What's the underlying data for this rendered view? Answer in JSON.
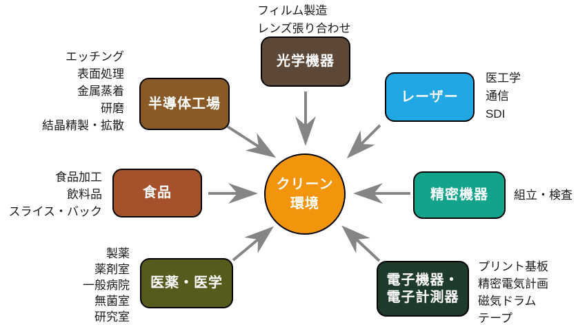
{
  "center": {
    "lines": [
      "クリーン",
      "環境"
    ],
    "color": "#f2950d"
  },
  "nodes": [
    {
      "id": "optical",
      "label": "光学機器",
      "color": "#5d4837",
      "notes": [
        "フィルム製造",
        "レンズ張り合わせ"
      ],
      "notes_position": "top"
    },
    {
      "id": "semiconductor",
      "label": "半導体工場",
      "color": "#8a5a26",
      "notes": [
        "エッチング",
        "表面処理",
        "金属蒸着",
        "研磨",
        "結晶精製・拡散"
      ],
      "notes_position": "left"
    },
    {
      "id": "laser",
      "label": "レーザー",
      "color": "#21a7e3",
      "notes": [
        "医工学",
        "通信",
        "SDI"
      ],
      "notes_position": "right"
    },
    {
      "id": "food",
      "label": "食品",
      "color": "#a5512b",
      "notes": [
        "食品加工",
        "飲料品",
        "スライス・バック"
      ],
      "notes_position": "left"
    },
    {
      "id": "precision",
      "label": "精密機器",
      "color": "#12a38a",
      "notes": [
        "組立・検査"
      ],
      "notes_position": "right"
    },
    {
      "id": "medical",
      "label": "医薬・医学",
      "color": "#565a1d",
      "notes": [
        "製薬",
        "薬剤室",
        "一般病院",
        "無菌室",
        "研究室"
      ],
      "notes_position": "left"
    },
    {
      "id": "electronics",
      "label": "電子機器・電子計測器",
      "label_lines": [
        "電子機器・",
        "電子計測器"
      ],
      "color": "#1d3a2b",
      "notes": [
        "プリント基板",
        "精密電気計画",
        "磁気ドラム",
        "テープ"
      ],
      "notes_position": "right"
    }
  ],
  "arrows": {
    "color": "#858585"
  }
}
